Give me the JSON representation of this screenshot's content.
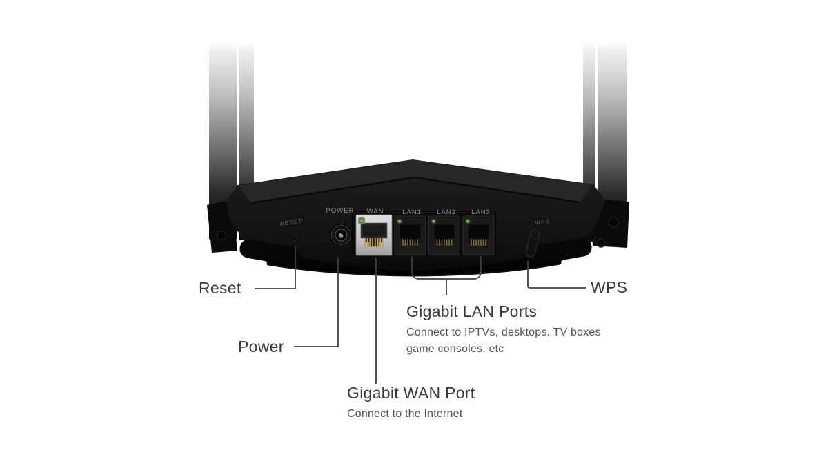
{
  "figure": {
    "type": "product-callout-diagram",
    "subject": "Wi-Fi router rear panel with labeled ports"
  },
  "panel": {
    "reset_label": "RESET",
    "power_label": "POWER",
    "wan_label": "WAN",
    "lan1_label": "LAN1",
    "lan2_label": "LAN2",
    "lan3_label": "LAN3",
    "wps_label": "WPS"
  },
  "callouts": {
    "reset": "Reset",
    "power": "Power",
    "wps": "WPS",
    "wan_title": "Gigabit WAN Port",
    "wan_desc": "Connect to the Internet",
    "lan_title": "Gigabit LAN Ports",
    "lan_desc_line1": "Connect to IPTVs, desktops. TV boxes",
    "lan_desc_line2": "game consoles. etc"
  },
  "colors": {
    "background": "#ffffff",
    "body_black": "#141414",
    "wan_module_gray": "#c9c9c9",
    "led_green": "#76bd4a",
    "gold_pins": "#c2a24e",
    "callout_text": "#3b3b3b",
    "description_text": "#525252",
    "panel_label_text": "#8f8f8f",
    "connector_line": "#3f3f3f"
  }
}
